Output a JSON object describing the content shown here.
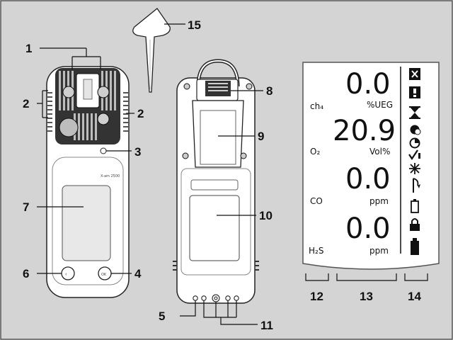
{
  "callouts": {
    "c1": "1",
    "c2a": "2",
    "c2b": "2",
    "c3": "3",
    "c4": "4",
    "c5": "5",
    "c6": "6",
    "c7": "7",
    "c8": "8",
    "c9": "9",
    "c10": "10",
    "c11": "11",
    "c12": "12",
    "c13": "13",
    "c14": "14",
    "c15": "15"
  },
  "device": {
    "model_label": "X-am 2500",
    "button_left": "⚕",
    "button_right": "OK"
  },
  "display": {
    "rows": [
      {
        "gas": "ch₄",
        "value": "0.0",
        "unit": "%UEG"
      },
      {
        "gas": "O₂",
        "value": "20.9",
        "unit": "Vol%"
      },
      {
        "gas": "CO",
        "value": "0.0",
        "unit": "ppm"
      },
      {
        "gas": "H₂S",
        "value": "0.0",
        "unit": "ppm"
      }
    ],
    "status_icons": [
      "alarm-x-icon",
      "alarm-exclamation-icon",
      "hourglass-icon",
      "bump-test-icon",
      "timer-icon",
      "check-icon",
      "calibration-icon",
      "tool-icon",
      "battery-empty-icon",
      "lock-icon",
      "battery-full-icon"
    ]
  }
}
